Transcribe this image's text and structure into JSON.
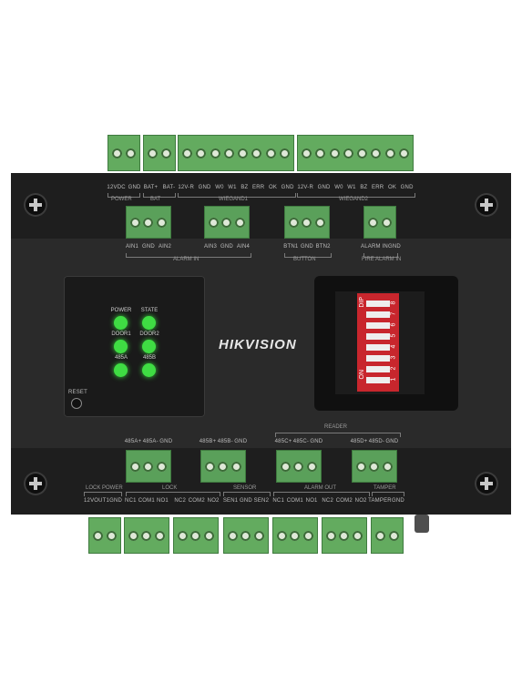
{
  "brand": "HIKVISION",
  "top_row_labels": {
    "power_terms": [
      "12VDC",
      "GND"
    ],
    "battery_terms": [
      "BAT+",
      "BAT-"
    ],
    "wiegand1_terms": [
      "12V-R",
      "GND",
      "W0",
      "W1",
      "BZ",
      "ERR",
      "OK",
      "GND"
    ],
    "wiegand2_terms": [
      "12V-R",
      "GND",
      "W0",
      "W1",
      "BZ",
      "ERR",
      "OK",
      "GND"
    ]
  },
  "top_groups": {
    "power": "POWER",
    "bat": "BAT",
    "wiegand1": "WIEGAND1",
    "wiegand2": "WIEGAND2"
  },
  "mid_row_labels": {
    "ain_a": [
      "AIN1",
      "GND",
      "AIN2"
    ],
    "ain_b": [
      "AIN3",
      "GND",
      "AIN4"
    ],
    "button": [
      "BTN1",
      "GND",
      "BTN2"
    ],
    "fire": [
      "ALARM IN",
      "GND"
    ]
  },
  "mid_groups": {
    "alarm_in": "ALARM IN",
    "button": "BUTTON",
    "fire_alarm_in": "FIRE ALARM IN"
  },
  "leds": {
    "power": "POWER",
    "state": "STATE",
    "door1": "DOOR1",
    "door2": "DOOR2",
    "rs485a": "485A",
    "rs485b": "485B"
  },
  "reset_label": "RESET",
  "dip": {
    "label_dip": "DIP",
    "label_on": "ON",
    "numbers": [
      "1",
      "2",
      "3",
      "4",
      "5",
      "6",
      "7",
      "8"
    ]
  },
  "bottom_upper_labels": {
    "r485a": [
      "485A+",
      "485A-",
      "GND"
    ],
    "r485b": [
      "485B+",
      "485B-",
      "GND"
    ],
    "r485c": [
      "485C+",
      "485C-",
      "GND"
    ],
    "r485d": [
      "485D+",
      "485D-",
      "GND"
    ],
    "reader": "READER"
  },
  "bottom_lower_labels": {
    "lock_power": [
      "12VOUT1",
      "GND"
    ],
    "lock1": [
      "NC1",
      "COM1",
      "NO1"
    ],
    "lock2": [
      "NC2",
      "COM2",
      "NO2"
    ],
    "sensor": [
      "SEN1",
      "GND",
      "SEN2"
    ],
    "alarm1": [
      "NC1",
      "COM1",
      "NO1"
    ],
    "alarm2": [
      "NC2",
      "COM2",
      "NO2"
    ],
    "tamper": [
      "TAMPER",
      "GND"
    ]
  },
  "bottom_groups": {
    "lock_power": "LOCK POWER",
    "lock": "LOCK",
    "sensor": "SENSOR",
    "alarm_out": "ALARM OUT",
    "tamper": "TAMPER"
  }
}
